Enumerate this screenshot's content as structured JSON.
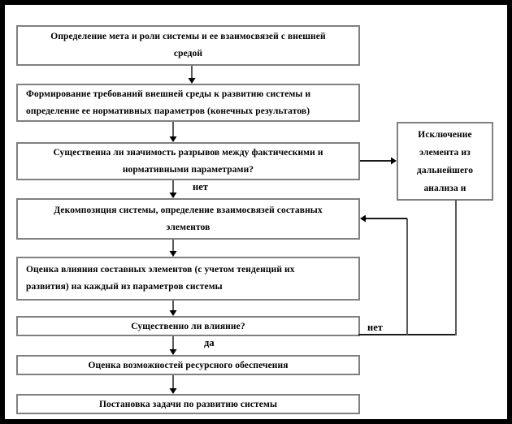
{
  "diagram": {
    "background_color": "#ffffff",
    "frame_border_color": "#000000",
    "box_border_color": "#808080",
    "text_color": "#000000",
    "connector_color": "#595959",
    "arrowhead_color": "#000000",
    "boxes": [
      {
        "name": "define-place-and-role",
        "lines": [
          "Определение мета и роли системы и ее взаимосвязей с внешней",
          "средой"
        ]
      },
      {
        "name": "form-environment-requirements",
        "lines": [
          "Формирование требований внешней среды к развитию системы и",
          "определение ее нормативных параметров (конечных результатов)"
        ]
      },
      {
        "name": "gap-significance-decision",
        "lines": [
          "Существенна ли значимость разрывов между фактическими и",
          "нормативными параметрами?"
        ]
      },
      {
        "name": "system-decomposition",
        "lines": [
          "Декомпозиция системы, определение взаимосвязей составных",
          "элементов"
        ]
      },
      {
        "name": "element-influence-assessment",
        "lines": [
          "Оценка влияния составных элементов (с учетом тенденций их",
          "развития) на каждый из параметров системы"
        ]
      },
      {
        "name": "influence-decision",
        "lines": [
          "Существенно ли влияние?"
        ]
      },
      {
        "name": "resource-capability-assessment",
        "lines": [
          "Оценка возможностей ресурсного обеспечения"
        ]
      },
      {
        "name": "task-statement",
        "lines": [
          "Постановка задачи по развитию системы"
        ]
      },
      {
        "name": "exclude-element",
        "lines": [
          "Исключение",
          "элемента из",
          "дальнейшего",
          "анализа и"
        ]
      }
    ],
    "edge_labels": {
      "no_between_gap_and_decomposition": "нет",
      "yes_below_influence_decision": "да",
      "no_right_of_influence_decision": "нет"
    }
  }
}
